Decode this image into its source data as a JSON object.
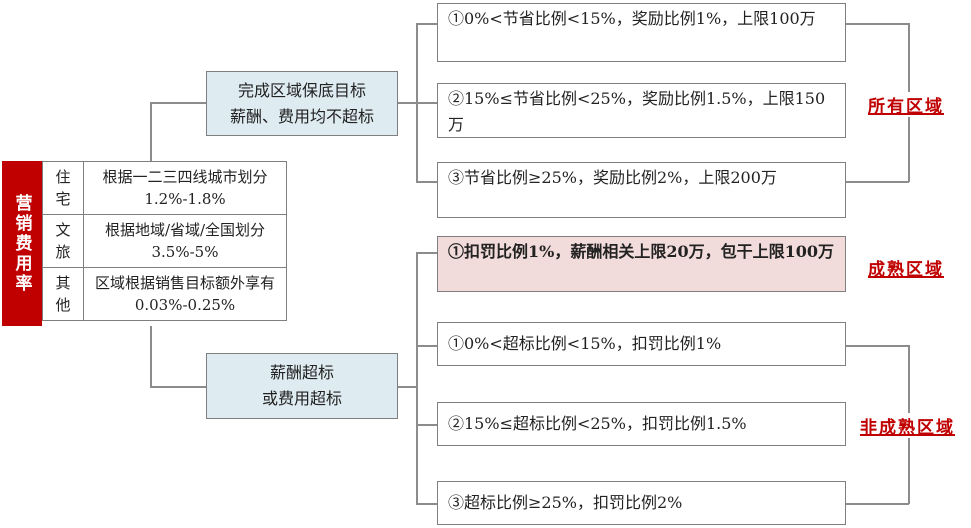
{
  "rate_table": {
    "title": "营销费用率",
    "rows": [
      {
        "category": "住宅",
        "description": "根据一二三四线城市划分 1.2%-1.8%"
      },
      {
        "category": "文旅",
        "description": "根据地域/省域/全国划分 3.5%-5%"
      },
      {
        "category": "其他",
        "description": "区域根据销售目标额外享有0.03%-0.25%"
      }
    ]
  },
  "branches": {
    "met": {
      "line1": "完成区域保底目标",
      "line2": "薪酬、费用均不超标"
    },
    "exceeded": {
      "line1": "薪酬超标",
      "line2": "或费用超标"
    }
  },
  "rewards": [
    "①0%<节省比例<15%，奖励比例1%，上限100万",
    "②15%≤节省比例<25%，奖励比例1.5%，上限150万",
    "③节省比例≥25%，奖励比例2%，上限200万"
  ],
  "mature_penalty": "①扣罚比例1%，薪酬相关上限20万，包干上限100万",
  "immature_penalties": [
    "①0%<超标比例<15%，扣罚比例1%",
    "②15%≤超标比例<25%，扣罚比例1.5%",
    "③超标比例≥25%，扣罚比例2%"
  ],
  "region_labels": {
    "all": "所有区域",
    "mature": "成熟区域",
    "immature": "非成熟区域"
  },
  "colors": {
    "accent_red": "#c00000",
    "blue_fill": "#deebf1",
    "pink_fill": "#f2dcdb",
    "line": "#8c8c8c"
  }
}
